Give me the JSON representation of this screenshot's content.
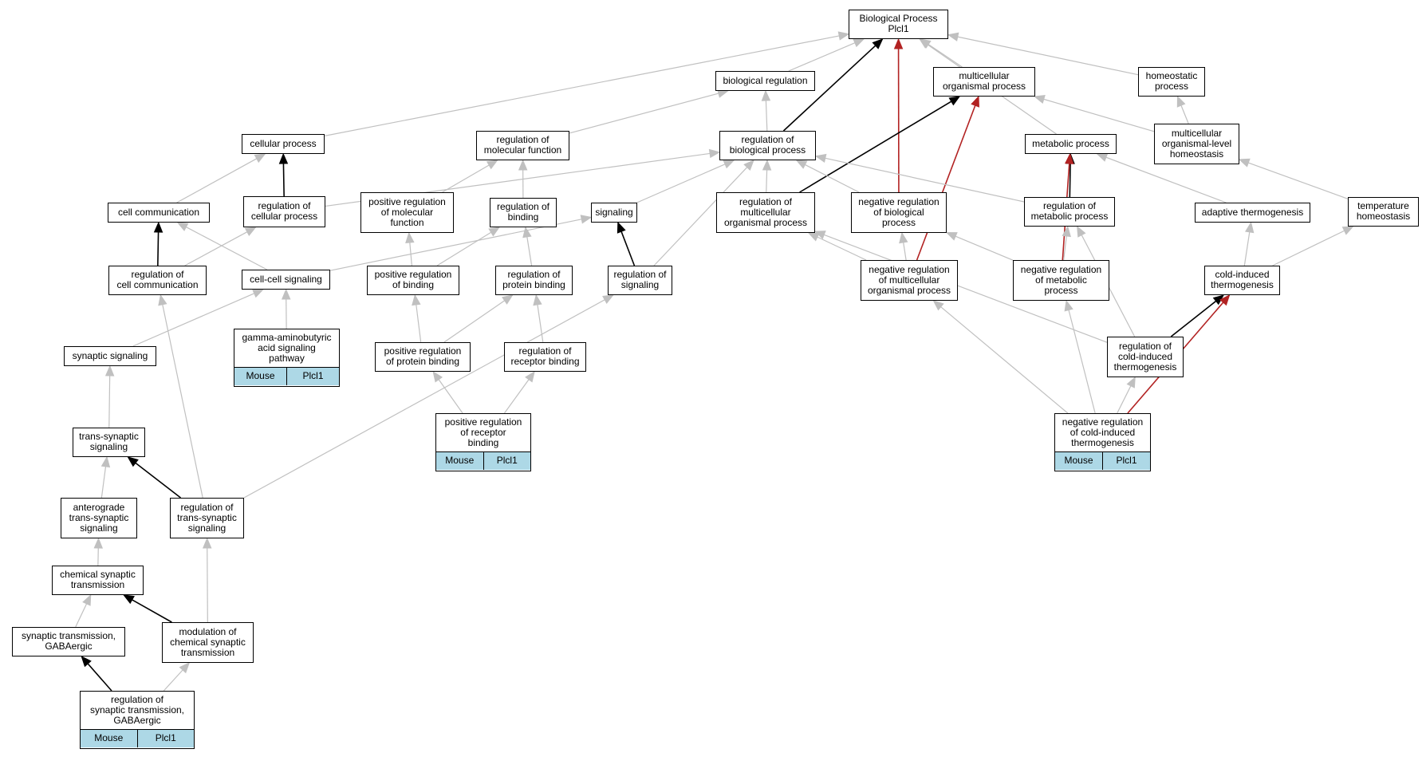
{
  "nodes": [
    {
      "id": "root",
      "label": "Biological Process\nPlcl1"
    },
    {
      "id": "bioreg",
      "label": "biological regulation"
    },
    {
      "id": "multi",
      "label": "multicellular\norganismal process"
    },
    {
      "id": "homeo",
      "label": "homeostatic\nprocess"
    },
    {
      "id": "cellproc",
      "label": "cellular process"
    },
    {
      "id": "regmolfn",
      "label": "regulation of\nmolecular function"
    },
    {
      "id": "regbio",
      "label": "regulation of\nbiological process"
    },
    {
      "id": "metab",
      "label": "metabolic process"
    },
    {
      "id": "multihom",
      "label": "multicellular\norganismal-level\nhomeostasis"
    },
    {
      "id": "cellcomm",
      "label": "cell communication"
    },
    {
      "id": "regcellproc",
      "label": "regulation of\ncellular process"
    },
    {
      "id": "posregmol",
      "label": "positive regulation\nof molecular\nfunction"
    },
    {
      "id": "regbind",
      "label": "regulation of\nbinding"
    },
    {
      "id": "signaling",
      "label": "signaling"
    },
    {
      "id": "regmultiproc",
      "label": "regulation of\nmulticellular\norganismal process"
    },
    {
      "id": "negregbio",
      "label": "negative regulation\nof biological\nprocess"
    },
    {
      "id": "regmetab",
      "label": "regulation of\nmetabolic process"
    },
    {
      "id": "adaptthermo",
      "label": "adaptive thermogenesis"
    },
    {
      "id": "temphomeo",
      "label": "temperature\nhomeostasis"
    },
    {
      "id": "regcellcomm",
      "label": "regulation of\ncell communication"
    },
    {
      "id": "cellcell",
      "label": "cell-cell signaling"
    },
    {
      "id": "posregbind",
      "label": "positive regulation\nof binding"
    },
    {
      "id": "regprotbind",
      "label": "regulation of\nprotein binding"
    },
    {
      "id": "regsig",
      "label": "regulation of\nsignaling"
    },
    {
      "id": "negregmulti",
      "label": "negative regulation\nof multicellular\norganismal process"
    },
    {
      "id": "negregmetab",
      "label": "negative regulation\nof metabolic\nprocess"
    },
    {
      "id": "coldthermo",
      "label": "cold-induced\nthermogenesis"
    },
    {
      "id": "gaba",
      "label": "gamma-aminobutyric\nacid signaling\npathway",
      "anno": [
        "Mouse",
        "Plcl1"
      ]
    },
    {
      "id": "synsig",
      "label": "synaptic signaling"
    },
    {
      "id": "posregprot",
      "label": "positive regulation\nof protein binding"
    },
    {
      "id": "regrecbind",
      "label": "regulation of\nreceptor binding"
    },
    {
      "id": "regcoldthermo",
      "label": "regulation of\ncold-induced\nthermogenesis"
    },
    {
      "id": "transsyn",
      "label": "trans-synaptic\nsignaling"
    },
    {
      "id": "posregrec",
      "label": "positive regulation\nof receptor\nbinding",
      "anno": [
        "Mouse",
        "Plcl1"
      ]
    },
    {
      "id": "negregcold",
      "label": "negative regulation\nof cold-induced\nthermogenesis",
      "anno": [
        "Mouse",
        "Plcl1"
      ]
    },
    {
      "id": "antero",
      "label": "anterograde\ntrans-synaptic\nsignaling"
    },
    {
      "id": "regtranssyn",
      "label": "regulation of\ntrans-synaptic\nsignaling"
    },
    {
      "id": "chemsyn",
      "label": "chemical synaptic\ntransmission"
    },
    {
      "id": "syngaba",
      "label": "synaptic transmission,\nGABAergic"
    },
    {
      "id": "modchemsyn",
      "label": "modulation of\nchemical synaptic\ntransmission"
    },
    {
      "id": "regsyngaba",
      "label": "regulation of\nsynaptic transmission,\nGABAergic",
      "anno": [
        "Mouse",
        "Plcl1"
      ]
    }
  ],
  "edges": [
    {
      "from": "bioreg",
      "to": "root",
      "color": "gray"
    },
    {
      "from": "multi",
      "to": "root",
      "color": "gray"
    },
    {
      "from": "homeo",
      "to": "root",
      "color": "gray"
    },
    {
      "from": "cellproc",
      "to": "root",
      "color": "gray"
    },
    {
      "from": "metab",
      "to": "root",
      "color": "gray"
    },
    {
      "from": "regbio",
      "to": "root",
      "color": "black"
    },
    {
      "from": "negregbio",
      "to": "root",
      "color": "red"
    },
    {
      "from": "regmolfn",
      "to": "bioreg",
      "color": "gray"
    },
    {
      "from": "regbio",
      "to": "bioreg",
      "color": "gray"
    },
    {
      "from": "multihom",
      "to": "multi",
      "color": "gray"
    },
    {
      "from": "multihom",
      "to": "homeo",
      "color": "gray"
    },
    {
      "from": "regmultiproc",
      "to": "multi",
      "color": "black"
    },
    {
      "from": "negregmulti",
      "to": "multi",
      "color": "red"
    },
    {
      "from": "cellcomm",
      "to": "cellproc",
      "color": "gray"
    },
    {
      "from": "regcellproc",
      "to": "cellproc",
      "color": "black"
    },
    {
      "from": "regcellproc",
      "to": "regbio",
      "color": "gray"
    },
    {
      "from": "posregmol",
      "to": "regmolfn",
      "color": "gray"
    },
    {
      "from": "regbind",
      "to": "regmolfn",
      "color": "gray"
    },
    {
      "from": "signaling",
      "to": "regbio",
      "color": "gray"
    },
    {
      "from": "regsig",
      "to": "regbio",
      "color": "gray"
    },
    {
      "from": "regmultiproc",
      "to": "regbio",
      "color": "gray"
    },
    {
      "from": "negregbio",
      "to": "regbio",
      "color": "gray"
    },
    {
      "from": "regmetab",
      "to": "regbio",
      "color": "gray"
    },
    {
      "from": "regmetab",
      "to": "metab",
      "color": "black"
    },
    {
      "from": "negregmetab",
      "to": "metab",
      "color": "red"
    },
    {
      "from": "adaptthermo",
      "to": "metab",
      "color": "gray"
    },
    {
      "from": "temphomeo",
      "to": "multihom",
      "color": "gray"
    },
    {
      "from": "regcellcomm",
      "to": "cellcomm",
      "color": "black"
    },
    {
      "from": "regcellcomm",
      "to": "regcellproc",
      "color": "gray"
    },
    {
      "from": "cellcell",
      "to": "cellcomm",
      "color": "gray"
    },
    {
      "from": "cellcell",
      "to": "signaling",
      "color": "gray"
    },
    {
      "from": "posregbind",
      "to": "posregmol",
      "color": "gray"
    },
    {
      "from": "posregbind",
      "to": "regbind",
      "color": "gray"
    },
    {
      "from": "regprotbind",
      "to": "regbind",
      "color": "gray"
    },
    {
      "from": "regsig",
      "to": "signaling",
      "color": "black"
    },
    {
      "from": "negregmulti",
      "to": "regmultiproc",
      "color": "gray"
    },
    {
      "from": "negregmulti",
      "to": "negregbio",
      "color": "gray"
    },
    {
      "from": "negregmetab",
      "to": "negregbio",
      "color": "gray"
    },
    {
      "from": "negregmetab",
      "to": "regmetab",
      "color": "gray"
    },
    {
      "from": "coldthermo",
      "to": "adaptthermo",
      "color": "gray"
    },
    {
      "from": "coldthermo",
      "to": "temphomeo",
      "color": "gray"
    },
    {
      "from": "gaba",
      "to": "cellcell",
      "color": "gray"
    },
    {
      "from": "synsig",
      "to": "cellcell",
      "color": "gray"
    },
    {
      "from": "posregprot",
      "to": "posregbind",
      "color": "gray"
    },
    {
      "from": "posregprot",
      "to": "regprotbind",
      "color": "gray"
    },
    {
      "from": "regrecbind",
      "to": "regprotbind",
      "color": "gray"
    },
    {
      "from": "regcoldthermo",
      "to": "coldthermo",
      "color": "black"
    },
    {
      "from": "regcoldthermo",
      "to": "regmultiproc",
      "color": "gray"
    },
    {
      "from": "regcoldthermo",
      "to": "regmetab",
      "color": "gray"
    },
    {
      "from": "transsyn",
      "to": "synsig",
      "color": "gray"
    },
    {
      "from": "posregrec",
      "to": "posregprot",
      "color": "gray"
    },
    {
      "from": "posregrec",
      "to": "regrecbind",
      "color": "gray"
    },
    {
      "from": "negregcold",
      "to": "regcoldthermo",
      "color": "gray"
    },
    {
      "from": "negregcold",
      "to": "negregmulti",
      "color": "gray"
    },
    {
      "from": "negregcold",
      "to": "negregmetab",
      "color": "gray"
    },
    {
      "from": "negregcold",
      "to": "coldthermo",
      "color": "red"
    },
    {
      "from": "antero",
      "to": "transsyn",
      "color": "gray"
    },
    {
      "from": "regtranssyn",
      "to": "transsyn",
      "color": "black"
    },
    {
      "from": "regtranssyn",
      "to": "regcellcomm",
      "color": "gray"
    },
    {
      "from": "regtranssyn",
      "to": "regsig",
      "color": "gray"
    },
    {
      "from": "chemsyn",
      "to": "antero",
      "color": "gray"
    },
    {
      "from": "modchemsyn",
      "to": "chemsyn",
      "color": "black"
    },
    {
      "from": "modchemsyn",
      "to": "regtranssyn",
      "color": "gray"
    },
    {
      "from": "syngaba",
      "to": "chemsyn",
      "color": "gray"
    },
    {
      "from": "regsyngaba",
      "to": "syngaba",
      "color": "black"
    },
    {
      "from": "regsyngaba",
      "to": "modchemsyn",
      "color": "gray"
    }
  ],
  "colors": {
    "gray": "#c0c0c0",
    "black": "#000000",
    "red": "#b22222",
    "annotation": "#add8e6"
  }
}
